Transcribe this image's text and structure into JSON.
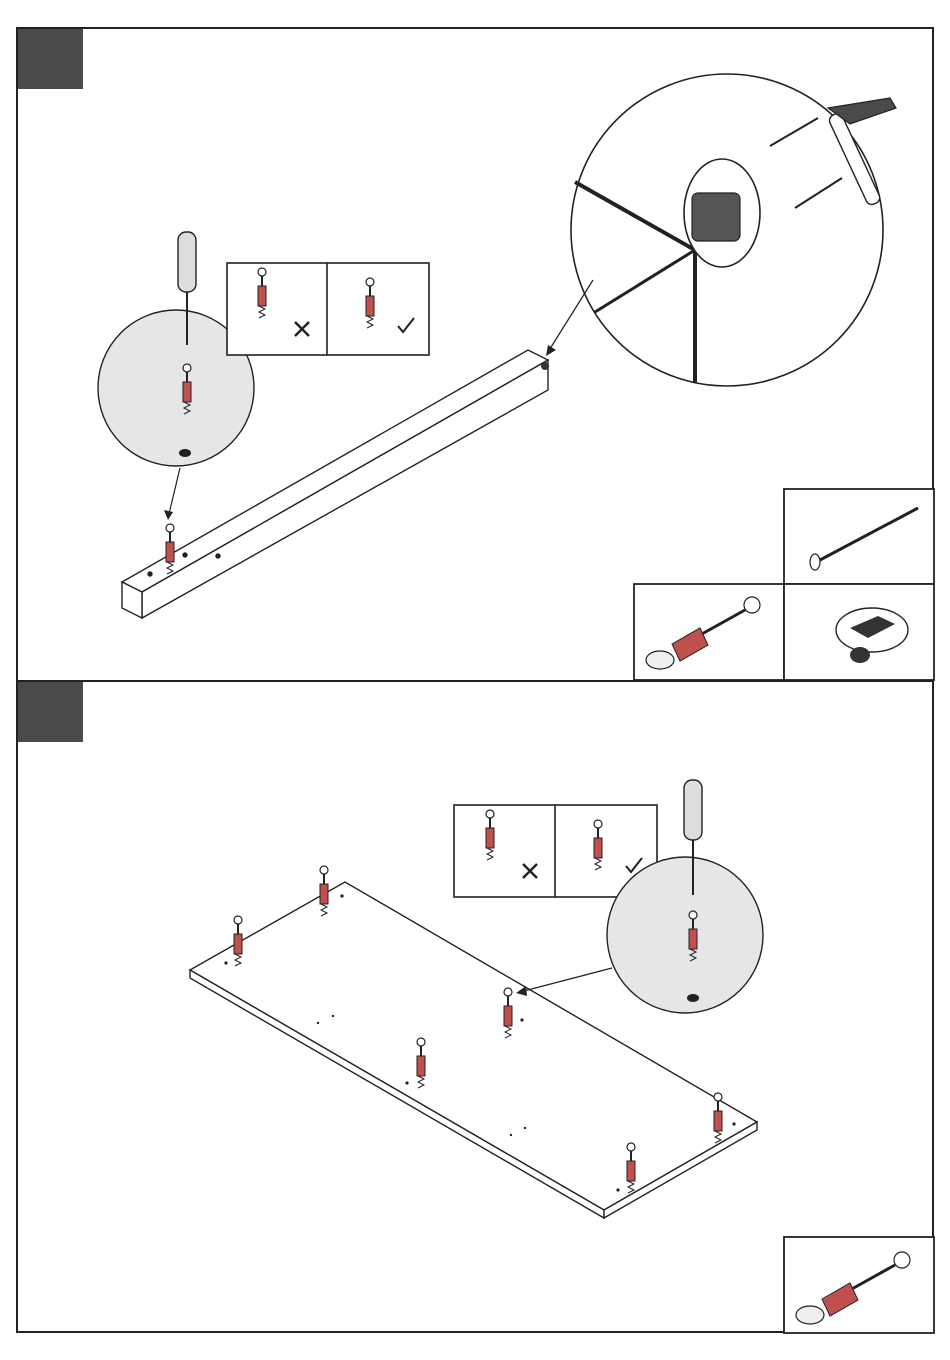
{
  "document": {
    "type": "assembly-instructions",
    "steps": [
      {
        "id": "step-1",
        "marker_color": "#4a4a4a",
        "parts": [
          "cam-lock-bolt",
          "cam-lock-housing",
          "nail"
        ],
        "tools": [
          "screwdriver",
          "hammer"
        ],
        "checks": {
          "wrong": "✗",
          "correct": "✓"
        }
      },
      {
        "id": "step-2",
        "marker_color": "#4a4a4a",
        "parts": [
          "cam-lock-bolt"
        ],
        "tools": [
          "screwdriver"
        ],
        "checks": {
          "wrong": "✗",
          "correct": "✓"
        }
      }
    ],
    "colors": {
      "bolt_red": "#c0504d",
      "outline": "#222222",
      "detail_fill": "#e6e6e6"
    }
  }
}
